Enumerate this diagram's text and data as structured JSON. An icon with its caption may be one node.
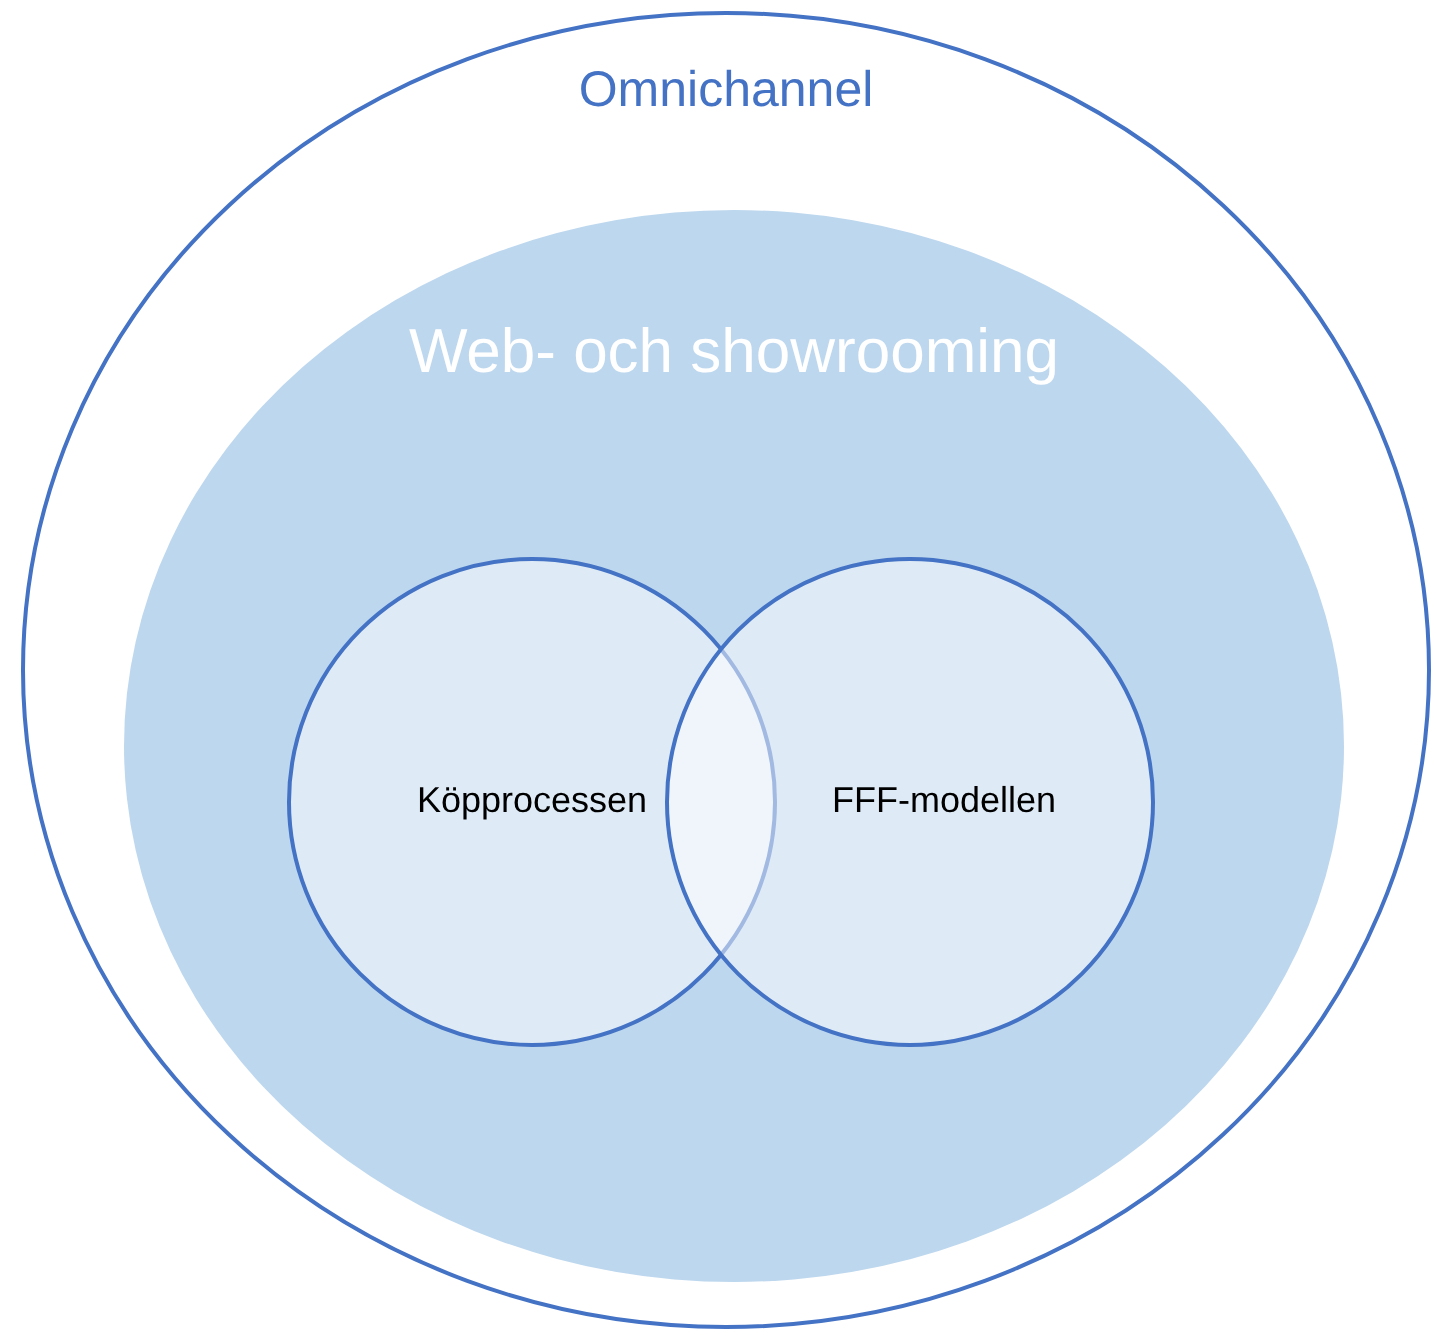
{
  "diagram": {
    "nodes": [
      {
        "text": [
          "Omnichannel"
        ]
      },
      {
        "text": [
          "Web- och showrooming"
        ],
        "in": 0
      },
      {
        "text": [
          "Köpprocessen"
        ],
        "in": 1
      },
      {
        "text": [
          "FFF-modellen"
        ],
        "in": 1
      }
    ]
  }
}
